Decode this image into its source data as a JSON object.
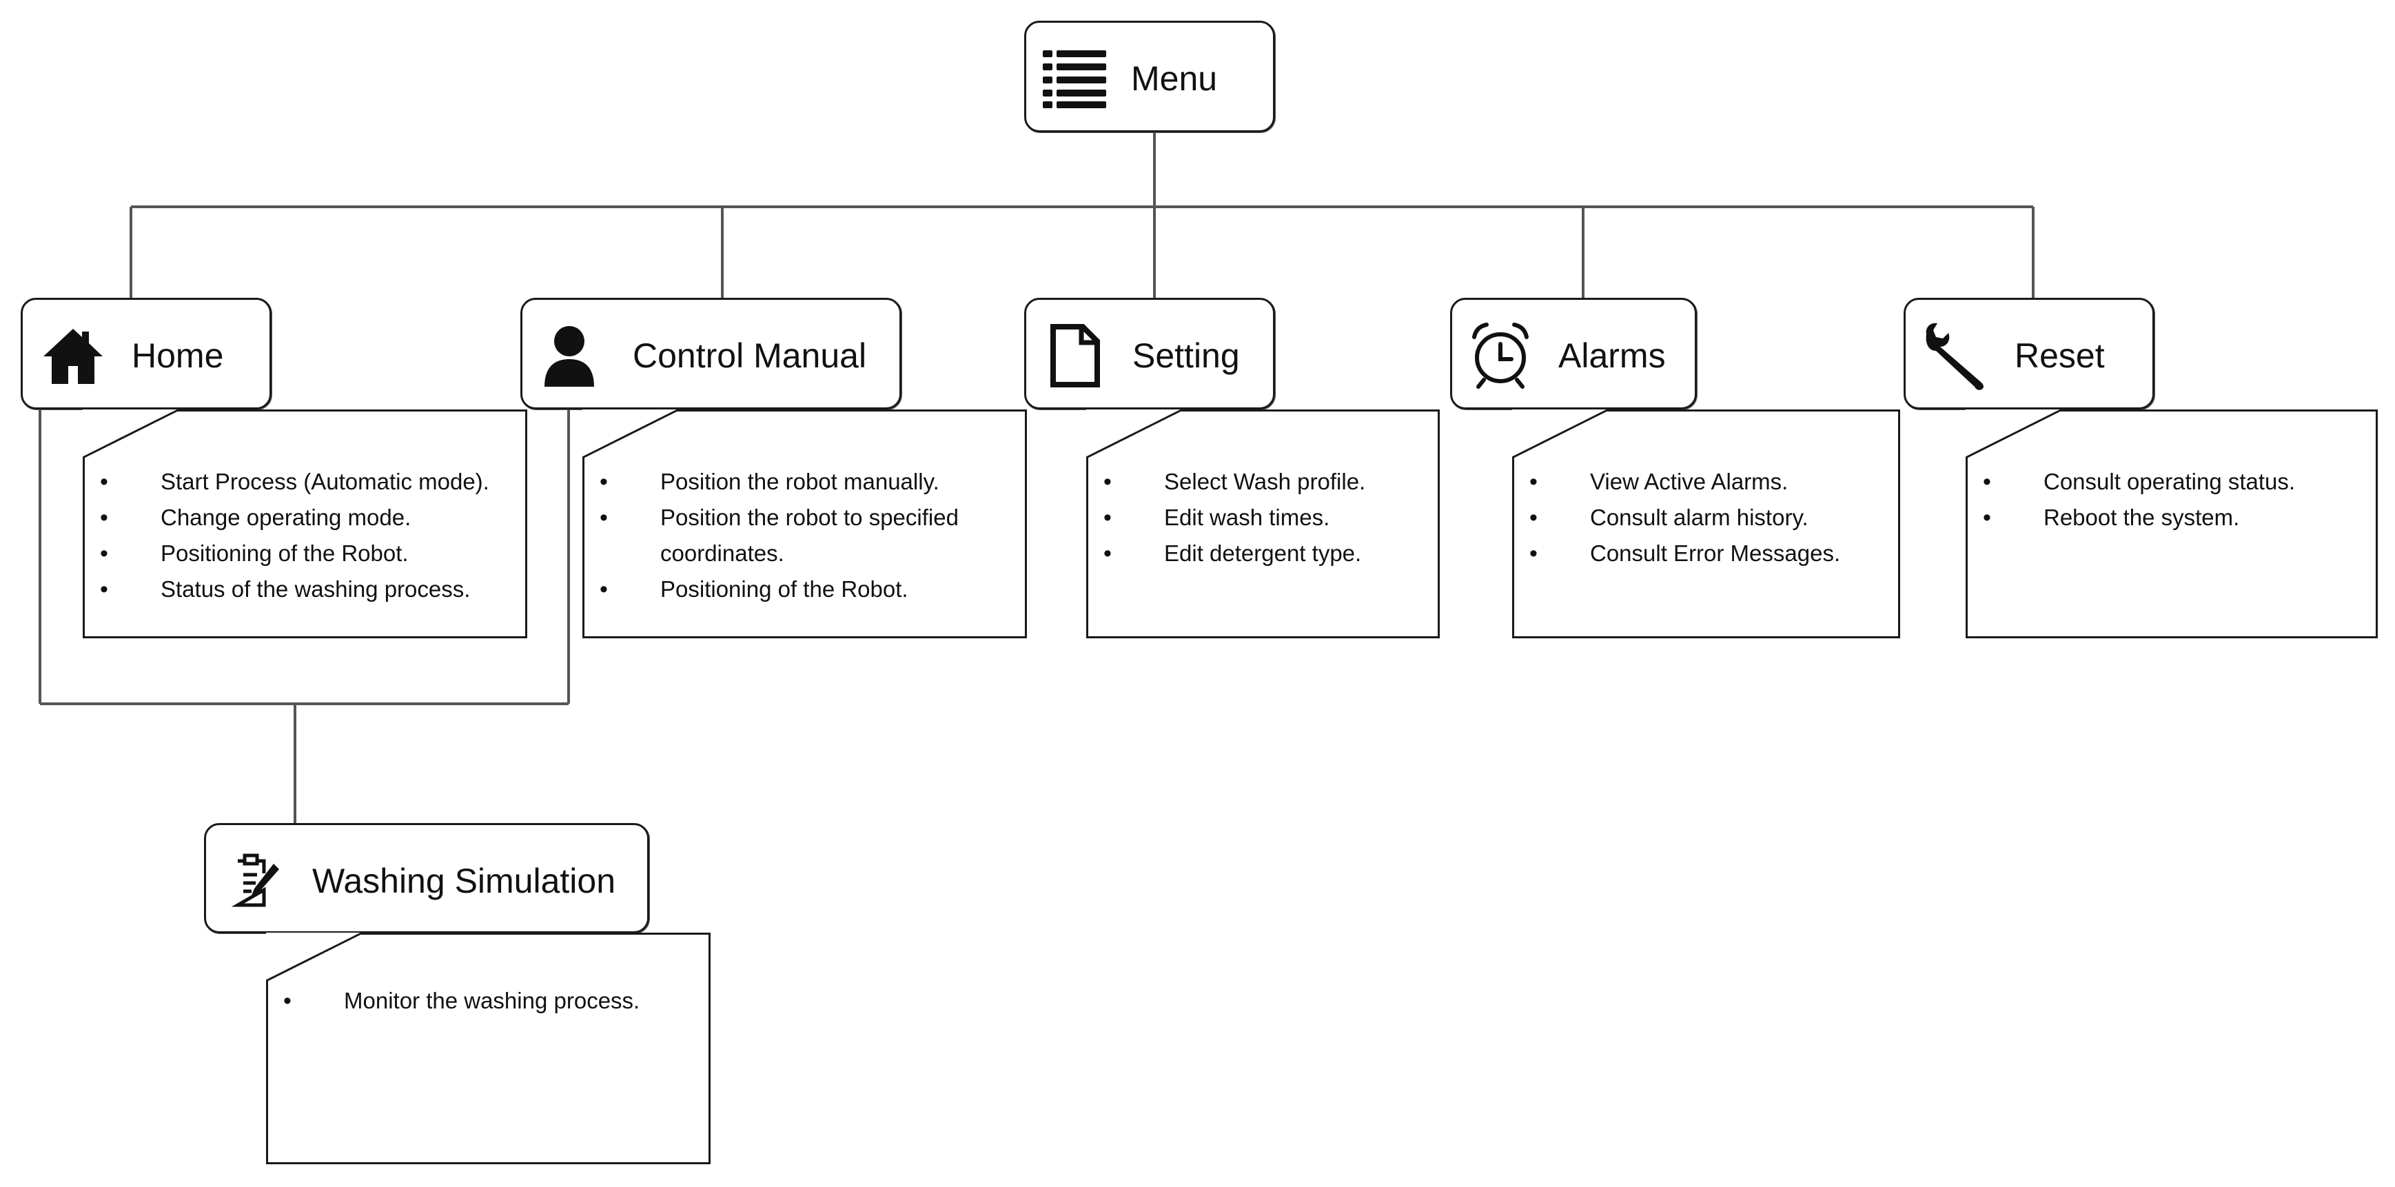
{
  "menu": {
    "label": "Menu",
    "icon": "list-icon"
  },
  "nodes": {
    "home": {
      "label": "Home",
      "icon": "home-icon",
      "items": [
        "Start Process (Automatic mode).",
        "Change operating mode.",
        "Positioning of the Robot.",
        "Status of the washing process."
      ]
    },
    "control_manual": {
      "label": "Control Manual",
      "icon": "user-icon",
      "items": [
        "Position the robot manually.",
        "Position the robot to specified coordinates.",
        "Positioning of the Robot."
      ]
    },
    "setting": {
      "label": "Setting",
      "icon": "document-icon",
      "items": [
        "Select Wash profile.",
        "Edit wash times.",
        "Edit detergent type."
      ]
    },
    "alarms": {
      "label": "Alarms",
      "icon": "alarm-clock-icon",
      "items": [
        "View Active Alarms.",
        "Consult alarm history.",
        "Consult Error Messages."
      ]
    },
    "reset": {
      "label": "Reset",
      "icon": "wrench-icon",
      "items": [
        "Consult operating status.",
        "Reboot the system."
      ]
    },
    "washing_simulation": {
      "label": "Washing Simulation",
      "icon": "clipboard-edit-icon",
      "items": [
        "Monitor the washing process."
      ]
    }
  }
}
